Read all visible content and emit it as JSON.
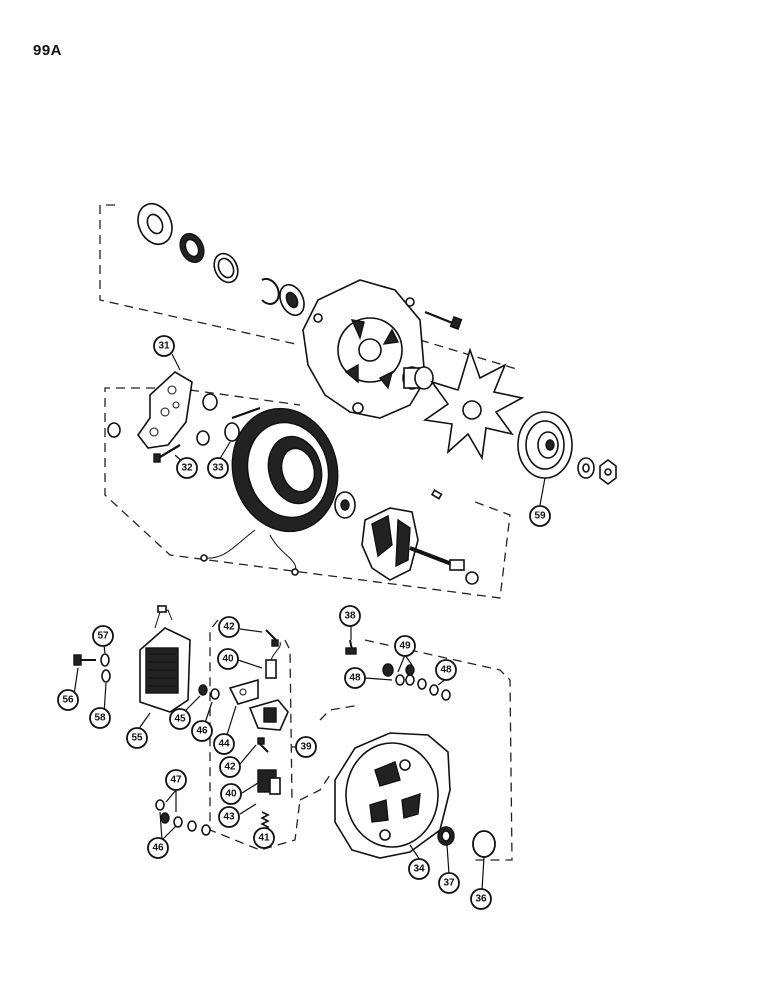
{
  "page": {
    "number": "99A"
  },
  "callouts": [
    {
      "id": "31",
      "label": "31"
    },
    {
      "id": "32",
      "label": "32"
    },
    {
      "id": "33",
      "label": "33"
    },
    {
      "id": "59",
      "label": "59"
    },
    {
      "id": "38",
      "label": "38"
    },
    {
      "id": "42a",
      "label": "42"
    },
    {
      "id": "57",
      "label": "57"
    },
    {
      "id": "40a",
      "label": "40"
    },
    {
      "id": "49",
      "label": "49"
    },
    {
      "id": "48a",
      "label": "48"
    },
    {
      "id": "48b",
      "label": "48"
    },
    {
      "id": "56",
      "label": "56"
    },
    {
      "id": "58",
      "label": "58"
    },
    {
      "id": "45",
      "label": "45"
    },
    {
      "id": "46a",
      "label": "46"
    },
    {
      "id": "44",
      "label": "44"
    },
    {
      "id": "39",
      "label": "39"
    },
    {
      "id": "55",
      "label": "55"
    },
    {
      "id": "42b",
      "label": "42"
    },
    {
      "id": "47",
      "label": "47"
    },
    {
      "id": "40b",
      "label": "40"
    },
    {
      "id": "43",
      "label": "43"
    },
    {
      "id": "41",
      "label": "41"
    },
    {
      "id": "46b",
      "label": "46"
    },
    {
      "id": "34",
      "label": "34"
    },
    {
      "id": "37",
      "label": "37"
    },
    {
      "id": "36",
      "label": "36"
    }
  ],
  "colors": {
    "ink": "#111111",
    "paper": "#ffffff"
  }
}
